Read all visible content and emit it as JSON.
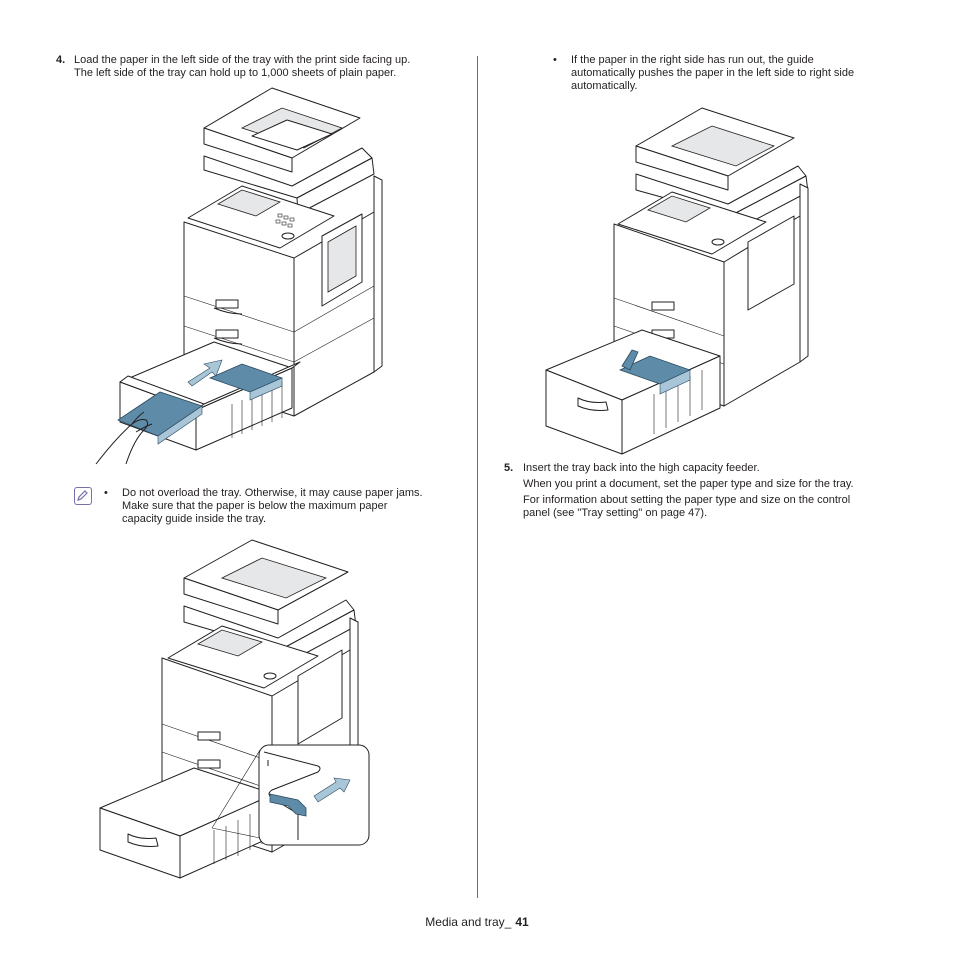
{
  "steps": {
    "step4": {
      "number": "4.",
      "line1": "Load the paper in the left side of the tray with the print side facing up.",
      "line2": "The left side of the tray can hold up to 1,000 sheets of plain paper."
    },
    "note": {
      "bullet": "•",
      "line1": "Do not overload the tray. Otherwise, it may cause paper jams.",
      "line2": "Make sure that the paper is below the maximum paper",
      "line3": "capacity guide inside the tray."
    },
    "right_bullet": {
      "bullet": "•",
      "line1": "If the paper in the right side has run out, the guide",
      "line2": "automatically pushes the paper in the left side to right side",
      "line3": "automatically."
    },
    "step5": {
      "number": "5.",
      "line1": "Insert the tray back into the high capacity feeder.",
      "para2": "When you print a document, set the paper type and size for the tray.",
      "para3_line1": "For information about setting the paper type and size on the control",
      "para3_line2": "panel (see \"Tray setting\" on page 47)."
    }
  },
  "footer": {
    "section": "Media and tray_",
    "page": "41"
  },
  "icons": {
    "note": "note-pencil-icon"
  },
  "colors": {
    "paper_blue": "#5e8ba8",
    "divider": "#6d6e71",
    "note_icon": "#7a6fa8"
  }
}
